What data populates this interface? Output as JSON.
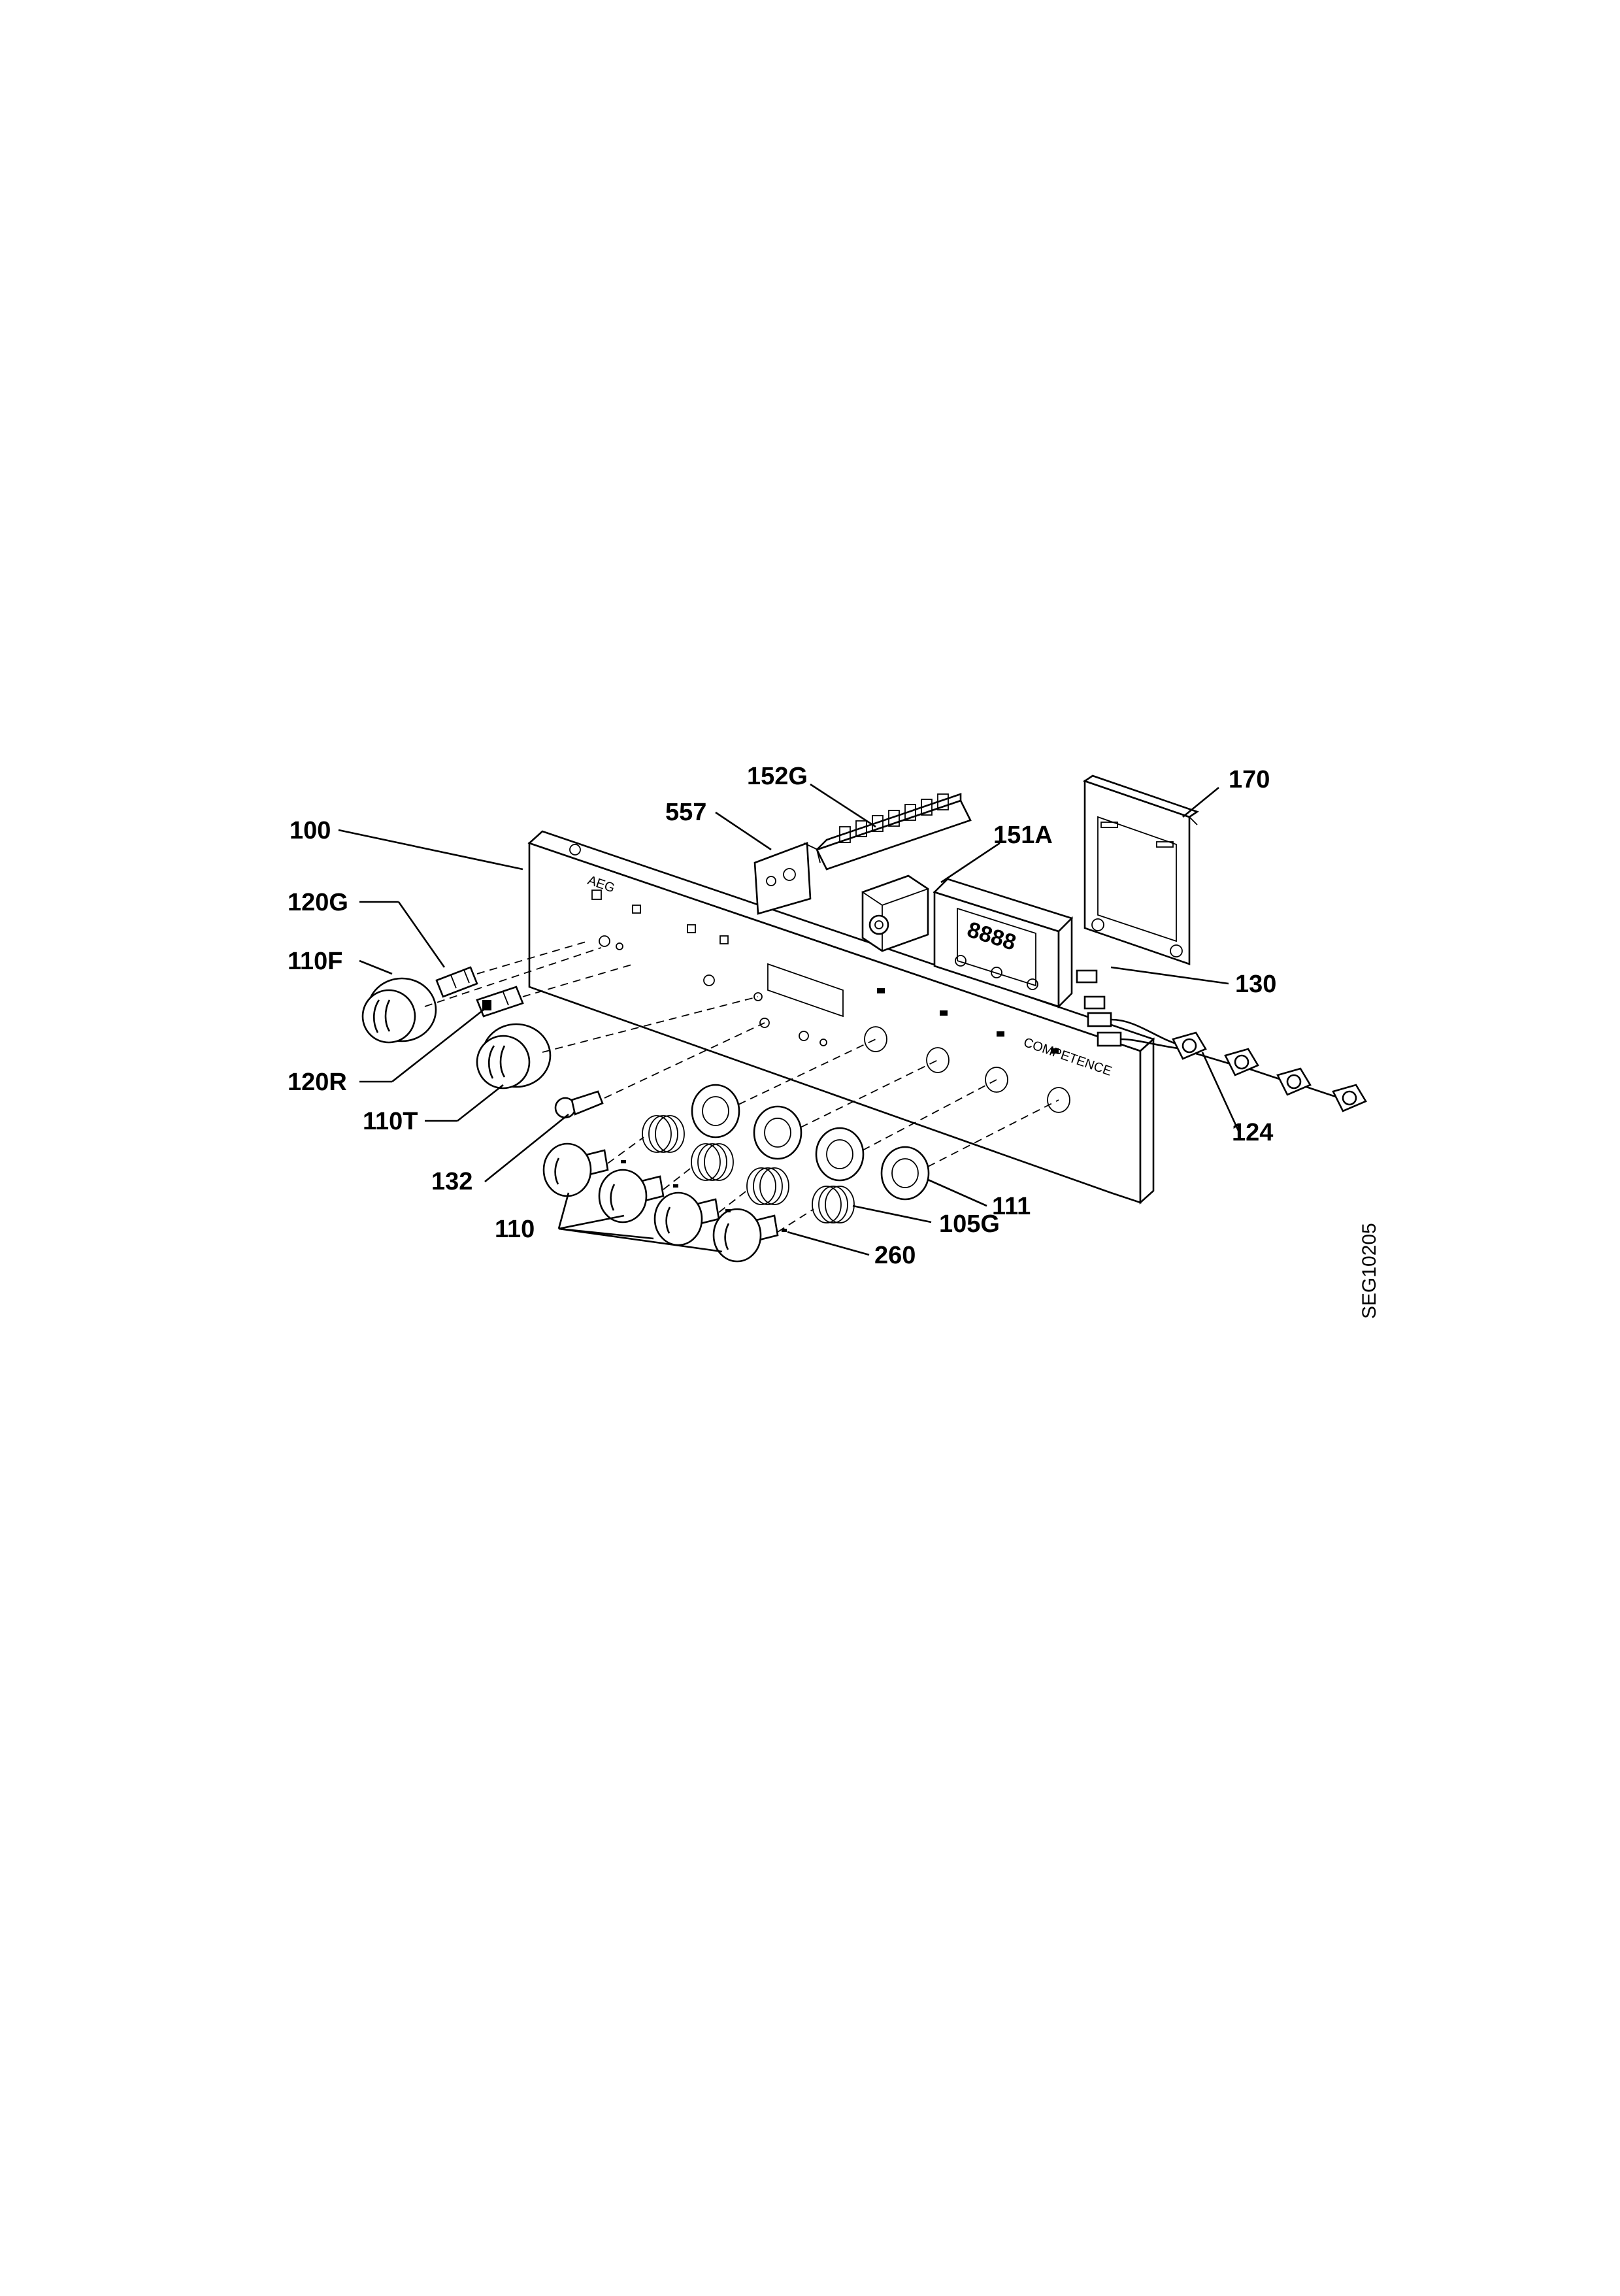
{
  "diagram": {
    "drawing_code": "SEG10205",
    "panel_brand": "AEG",
    "panel_series": "COMPETENCE",
    "timer_display": "8888",
    "callouts": [
      "100",
      "557",
      "152G",
      "151A",
      "170",
      "120G",
      "110F",
      "120R",
      "110T",
      "132",
      "110",
      "260",
      "105G",
      "111",
      "124",
      "130"
    ]
  }
}
